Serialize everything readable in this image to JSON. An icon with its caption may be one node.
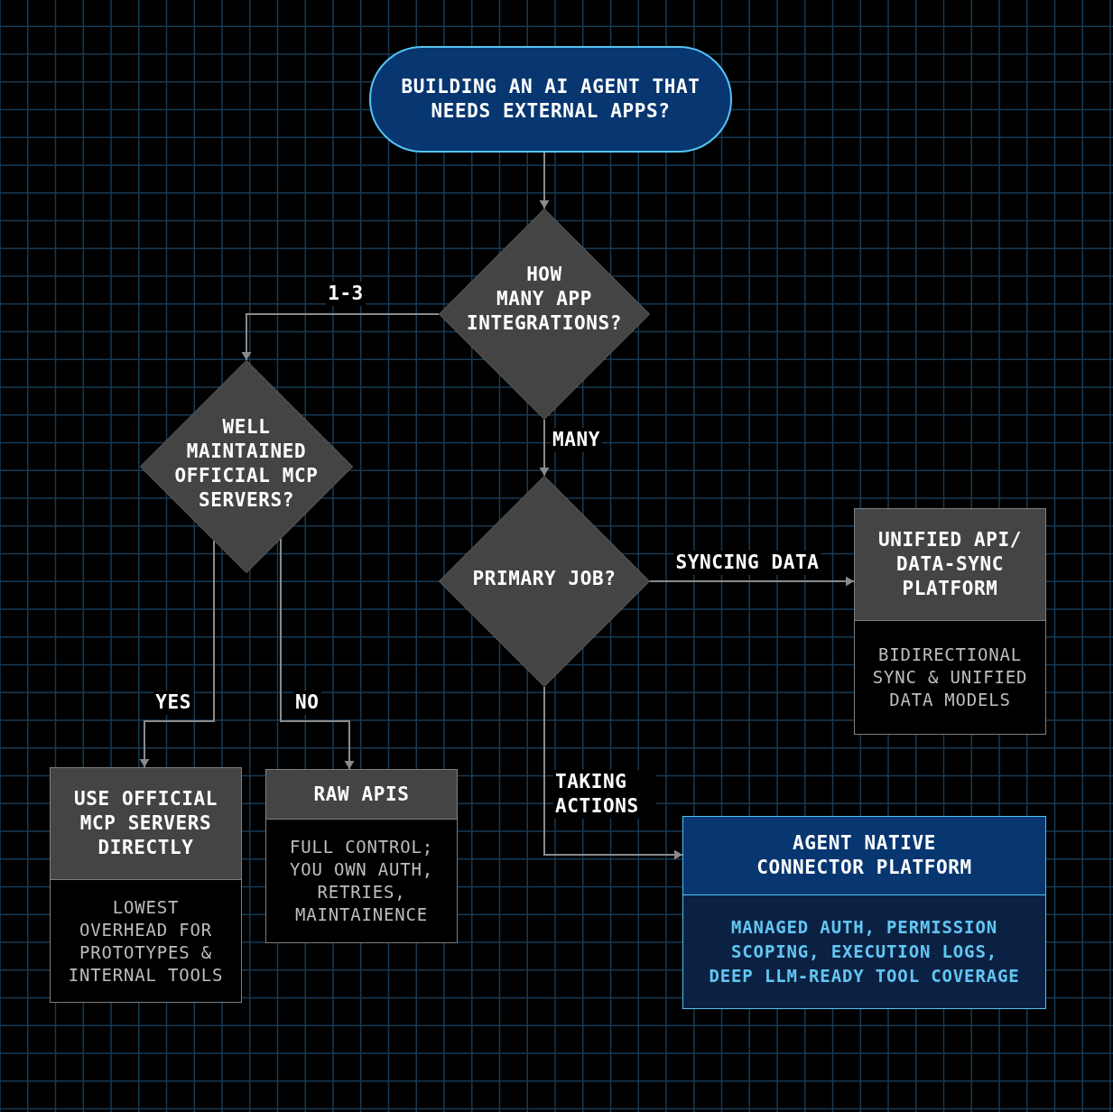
{
  "diagram": {
    "nodes": [
      {
        "text": [
          "BUILDING AN AI AGENT THAT NEEDS EXTERNAL APPS?"
        ]
      },
      {
        "text": [
          "HOW MANY APP INTEGRATIONS?"
        ]
      },
      {
        "text": [
          "WELL MAINTAINED OFFICIAL MCP SERVERS?"
        ]
      },
      {
        "text": [
          "PRIMARY JOB?"
        ]
      },
      {
        "text": [
          "UNIFIED API/ DATA-SYNC PLATFORM",
          "BIDIRECTIONAL SYNC & UNIFIED DATA MODELS"
        ]
      },
      {
        "text": [
          "USE OFFICIAL MCP SERVERS DIRECTLY",
          "LOWEST OVERHEAD FOR PROTOTYPES & INTERNAL TOOLS"
        ]
      },
      {
        "text": [
          "RAW APIS",
          "FULL CONTROL; YOU OWN AUTH, RETRIES, MAINTAINENCE"
        ]
      },
      {
        "text": [
          "AGENT NATIVE CONNECTOR PLATFORM",
          "MANAGED AUTH, PERMISSION SCOPING, EXECUTION LOGS, DEEP LLM-READY TOOL COVERAGE"
        ]
      }
    ],
    "edges": [
      {
        "from": 0,
        "to": 1,
        "arrow": "to"
      },
      {
        "from": 1,
        "to": 2,
        "arrow": "to",
        "label": "1-3"
      },
      {
        "from": 1,
        "to": 3,
        "arrow": "to",
        "label": "MANY"
      },
      {
        "from": 2,
        "to": 5,
        "arrow": "to",
        "label": "YES"
      },
      {
        "from": 2,
        "to": 6,
        "arrow": "to",
        "label": "NO"
      },
      {
        "from": 3,
        "to": 4,
        "arrow": "to",
        "label": "SYNCING DATA"
      },
      {
        "from": 3,
        "to": 7,
        "arrow": "to",
        "label": "TAKING ACTIONS"
      }
    ]
  }
}
